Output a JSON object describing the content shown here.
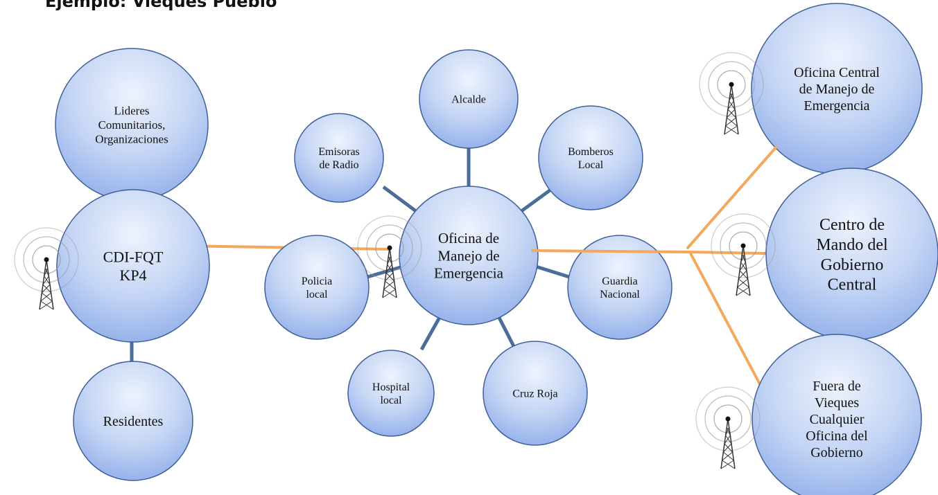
{
  "title": "Ejemplo:  Vieques Pueblo",
  "nodes": [
    {
      "id": "lideres",
      "lines": [
        "Lideres",
        "Comunitarios,",
        "Organizaciones"
      ]
    },
    {
      "id": "cdi",
      "lines": [
        "CDI-FQT",
        "KP4"
      ]
    },
    {
      "id": "residentes",
      "lines": [
        "Residentes"
      ]
    },
    {
      "id": "emisoras",
      "lines": [
        "Emisoras",
        "de Radio"
      ]
    },
    {
      "id": "alcalde",
      "lines": [
        "Alcalde"
      ]
    },
    {
      "id": "bomberos",
      "lines": [
        "Bomberos",
        "Local"
      ]
    },
    {
      "id": "oficina",
      "lines": [
        "Oficina de",
        "Manejo de",
        "Emergencia"
      ]
    },
    {
      "id": "policia",
      "lines": [
        "Policia",
        "local"
      ]
    },
    {
      "id": "guardia",
      "lines": [
        "Guardia",
        "Nacional"
      ]
    },
    {
      "id": "hospital",
      "lines": [
        "Hospital",
        "local"
      ]
    },
    {
      "id": "cruzroja",
      "lines": [
        "Cruz Roja"
      ]
    },
    {
      "id": "central",
      "lines": [
        "Oficina Central",
        "de Manejo de",
        "Emergencia"
      ]
    },
    {
      "id": "centro",
      "lines": [
        "Centro de",
        "Mando del",
        "Gobierno",
        "Central"
      ]
    },
    {
      "id": "fuera",
      "lines": [
        "Fuera de",
        "Vieques",
        "Cualquier",
        "Oficina del",
        "Gobierno"
      ]
    }
  ],
  "colors": {
    "node_fill_light": "#e4ecfb",
    "node_fill_dark": "#8fadea",
    "node_stroke": "#3f5f96",
    "link_blue": "#4a6d9a",
    "link_orange": "#f2a95c",
    "tower": "#333333"
  }
}
